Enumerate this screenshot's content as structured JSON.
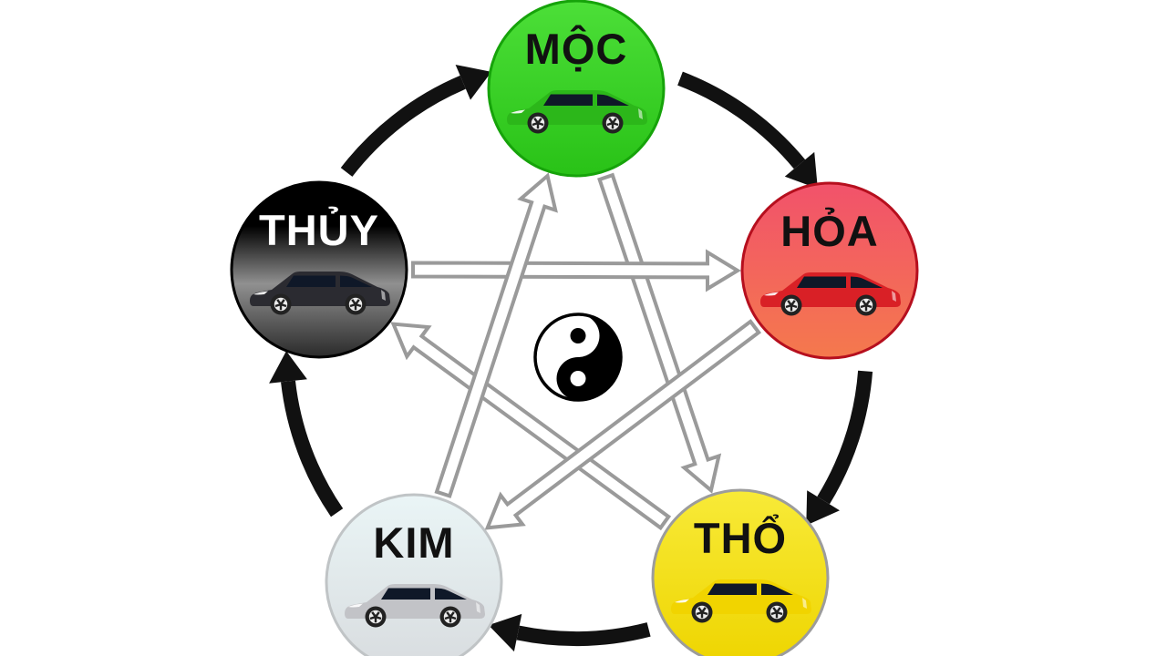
{
  "background": "#ffffff",
  "elements": [
    {
      "id": "moc",
      "label": "MỘC",
      "colors": {
        "top": "#4cdf38",
        "bottom": "#29c217",
        "border": "#16a30a",
        "car": "#2cb71a",
        "label": "#111111"
      }
    },
    {
      "id": "hoa",
      "label": "HỎA",
      "colors": {
        "top": "#f2526b",
        "bottom": "#f4794d",
        "border": "#b60f1e",
        "car": "#d92026",
        "label": "#111111"
      }
    },
    {
      "id": "tho",
      "label": "THỔ",
      "colors": {
        "top": "#f8ea38",
        "bottom": "#eed500",
        "border": "#9c9c9c",
        "car": "#f1d400",
        "label": "#111111"
      }
    },
    {
      "id": "kim",
      "label": "KIM",
      "colors": {
        "top": "#eaf5f6",
        "bottom": "#d8dcdf",
        "border": "#c0c4c6",
        "car": "#c2c3c7",
        "label": "#111111"
      }
    },
    {
      "id": "thuy",
      "label": "THỦY",
      "colors": {
        "top": "#000000",
        "mid": "#909090",
        "bottom": "#2a2a2a",
        "border": "#000000",
        "car": "#2b2b31",
        "label": "#ffffff"
      }
    }
  ],
  "car": {
    "window_color": "#0f1828",
    "tire_color": "#222222",
    "rim_color": "#ececec",
    "highlight_color": "#ffffff"
  },
  "cycles": {
    "generating": {
      "color": "#111111",
      "pairs": [
        [
          "MỘC",
          "HỎA"
        ],
        [
          "HỎA",
          "THỔ"
        ],
        [
          "THỔ",
          "KIM"
        ],
        [
          "KIM",
          "THỦY"
        ],
        [
          "THỦY",
          "MỘC"
        ]
      ]
    },
    "overcoming": {
      "stroke": "#9a9a9a",
      "fill": "#ffffff",
      "pairs": [
        [
          "MỘC",
          "THỔ"
        ],
        [
          "THỔ",
          "THỦY"
        ],
        [
          "THỦY",
          "HỎA"
        ],
        [
          "HỎA",
          "KIM"
        ],
        [
          "KIM",
          "MỘC"
        ]
      ]
    }
  },
  "center": {
    "symbol": "yin-yang",
    "colors": {
      "black": "#000000",
      "white": "#ffffff"
    }
  }
}
